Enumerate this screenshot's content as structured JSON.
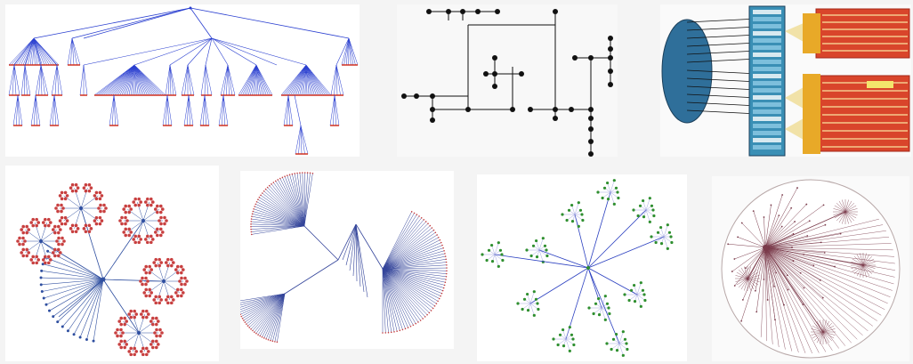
{
  "figure": {
    "panels": [
      {
        "name": "hierarchical-tree-layout",
        "color": "#2a3fd0",
        "leaf_color": "#d03020"
      },
      {
        "name": "orthogonal-tree-layout",
        "color": "#111111"
      },
      {
        "name": "3d-cone-tree",
        "color": "#c8401a"
      },
      {
        "name": "balloon-tree-layout",
        "color": "#c84040"
      },
      {
        "name": "radial-tree-layout",
        "color": "#33449a"
      },
      {
        "name": "radial-node-link-tree",
        "color": "#2f8f2f"
      },
      {
        "name": "hyperbolic-tree",
        "color": "#7a3a4a"
      }
    ]
  }
}
